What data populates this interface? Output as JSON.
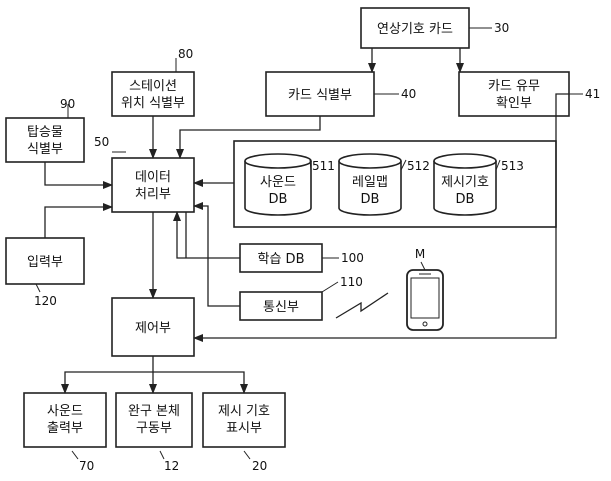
{
  "blocks": {
    "card": "연상기호 카드",
    "card_id": "카드 식별부",
    "card_presence": [
      "카드 유무",
      "확인부"
    ],
    "station_id": [
      "스테이션",
      "위치 식별부"
    ],
    "rider_id": [
      "탑승물",
      "식별부"
    ],
    "data_proc": [
      "데이터",
      "처리부"
    ],
    "input": "입력부",
    "control": "제어부",
    "sound_out": [
      "사운드",
      "출력부"
    ],
    "toy_drive": [
      "완구 본체",
      "구동부"
    ],
    "symbol_disp": [
      "제시 기호",
      "표시부"
    ],
    "learn_db": "학습 DB",
    "comm": "통신부",
    "sound_db": [
      "사운드",
      "DB"
    ],
    "rail_db": [
      "레일맵",
      "DB"
    ],
    "symbol_db": [
      "제시기호",
      "DB"
    ],
    "mobile_label": "M"
  },
  "refs": {
    "card": "30",
    "card_id": "40",
    "card_presence": "41",
    "station_id": "80",
    "rider_id": "90",
    "data_proc": "50",
    "input": "120",
    "sound_db": "511",
    "rail_db": "512",
    "symbol_db": "513",
    "learn_db": "100",
    "comm": "110",
    "sound_out": "70",
    "toy_drive": "12",
    "symbol_disp": "20"
  }
}
